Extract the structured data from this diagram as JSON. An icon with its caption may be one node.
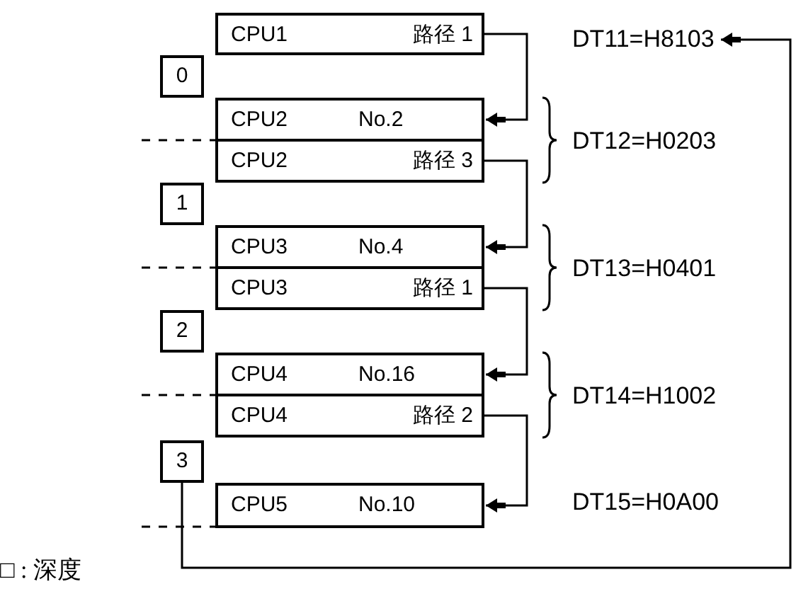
{
  "diagram": {
    "nodes": [
      {
        "text": [
          "CPU1",
          "路径 1"
        ]
      },
      {
        "text": [
          "0"
        ]
      },
      {
        "text": [
          "CPU2",
          "No.2"
        ]
      },
      {
        "text": [
          "CPU2",
          "路径 3"
        ]
      },
      {
        "text": [
          "1"
        ]
      },
      {
        "text": [
          "CPU3",
          "No.4"
        ]
      },
      {
        "text": [
          "CPU3",
          "路径 1"
        ]
      },
      {
        "text": [
          "2"
        ]
      },
      {
        "text": [
          "CPU4",
          "No.16"
        ]
      },
      {
        "text": [
          "CPU4",
          "路径 2"
        ]
      },
      {
        "text": [
          "3"
        ]
      },
      {
        "text": [
          "CPU5",
          "No.10"
        ]
      },
      {
        "text": [
          "DT11=H8103"
        ]
      }
    ],
    "edges": [
      {
        "from": 0,
        "to": 2,
        "arrow": "to"
      },
      {
        "from": 3,
        "to": 5,
        "arrow": "to"
      },
      {
        "from": 6,
        "to": 8,
        "arrow": "to"
      },
      {
        "from": 9,
        "to": 11,
        "arrow": "to"
      },
      {
        "from": 10,
        "to": 12,
        "arrow": "to"
      }
    ],
    "labels": [
      "DT12=H0203",
      "DT13=H0401",
      "DT14=H1002",
      "DT15=H0A00",
      "□ : 深度"
    ]
  }
}
